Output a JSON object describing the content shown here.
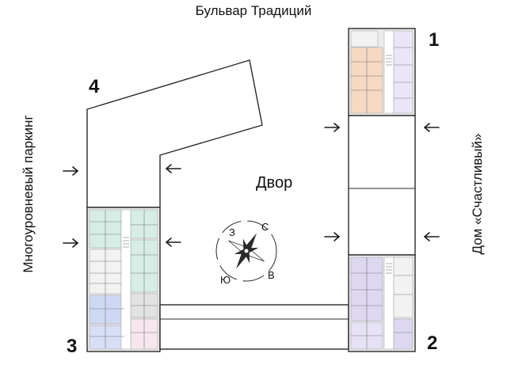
{
  "plan": {
    "street_top": "Бульвар Традиций",
    "street_left": "Многоуровневый паркинг",
    "street_right": "Дом «Счастливый»",
    "yard_label": "Двор",
    "buildings": [
      "1",
      "2",
      "3",
      "4"
    ],
    "compass": {
      "north": "С",
      "east": "В",
      "south": "Ю",
      "west": "З"
    }
  },
  "colors": {
    "outline": "#2a2a2a",
    "apartment_orange": "#f6d9c2",
    "apartment_teal": "#d6ede6",
    "apartment_purple": "#ddd7f0",
    "apartment_blue": "#cfd8f2",
    "apartment_gray": "#ececec"
  },
  "icons": [
    "arrow-right-icon",
    "arrow-left-icon",
    "compass-rose-icon"
  ]
}
